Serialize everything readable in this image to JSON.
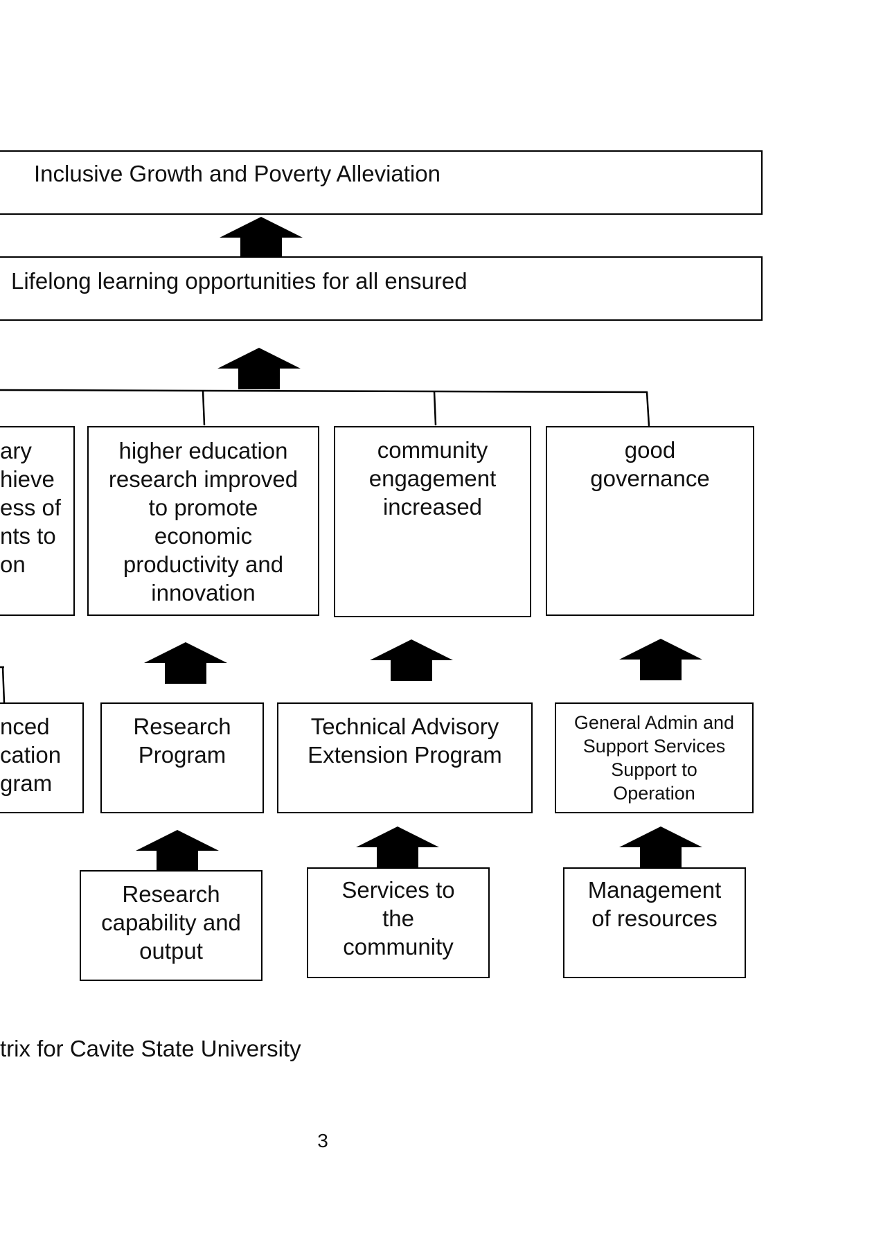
{
  "diagram": {
    "goal_box": {
      "label": "Inclusive Growth and Poverty Alleviation"
    },
    "sector_outcome_box": {
      "label": "Lifelong learning opportunities for all ensured"
    },
    "outcomes": [
      {
        "label": "ary\nhieve\ness of\nnts to\non"
      },
      {
        "label": "higher education\nresearch improved\nto promote\neconomic\nproductivity and\ninnovation"
      },
      {
        "label": "community\nengagement\nincreased"
      },
      {
        "label": "good\ngovernance"
      }
    ],
    "programs": [
      {
        "label": "nced\ncation\ngram"
      },
      {
        "label": "Research\nProgram"
      },
      {
        "label": "Technical Advisory\nExtension Program"
      },
      {
        "label": "General Admin and\nSupport Services\nSupport to\nOperation"
      }
    ],
    "outputs": [
      {
        "label": "Research\ncapability and\noutput"
      },
      {
        "label": "Services to\nthe\ncommunity"
      },
      {
        "label": "Management\nof resources"
      }
    ]
  },
  "caption": "trix for Cavite State University",
  "page_number": "3"
}
